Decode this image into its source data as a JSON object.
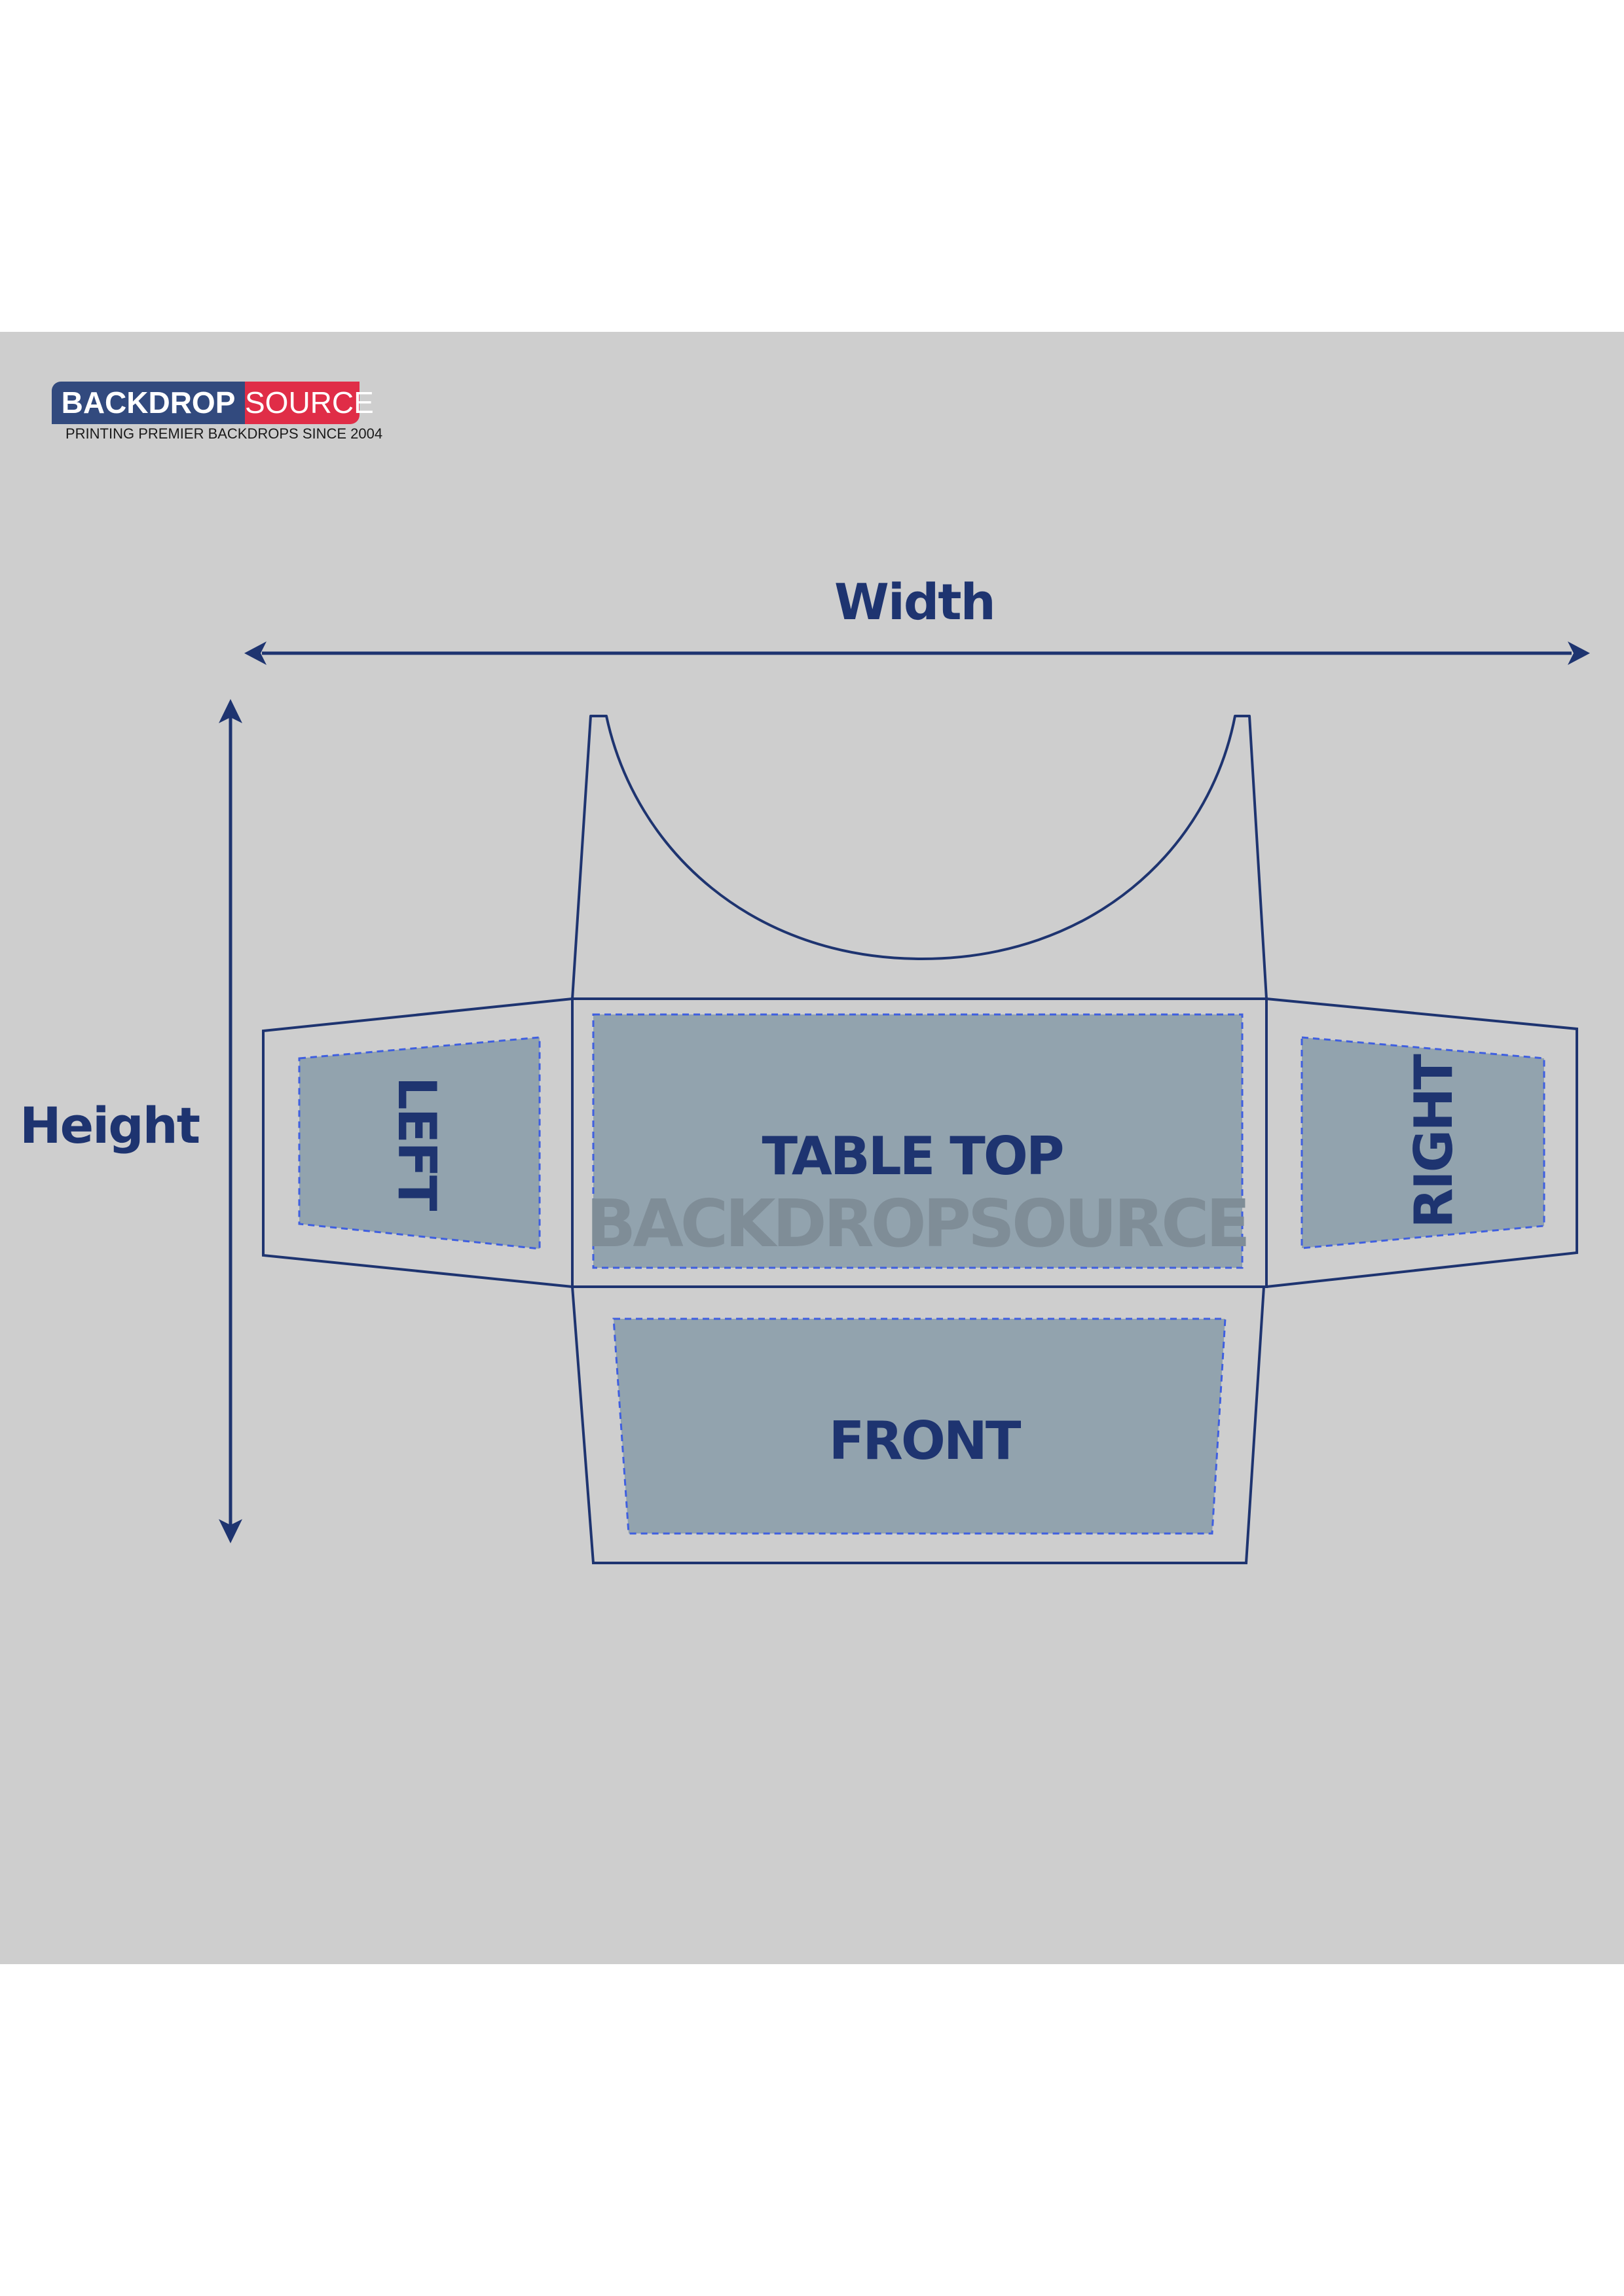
{
  "brand": {
    "name_part1": "BACKDROP",
    "name_part2": "SOURCE",
    "tagline": "PRINTING PREMIER BACKDROPS SINCE 2004",
    "colors": {
      "blue": "#324a7e",
      "red": "#e02d47"
    }
  },
  "dimensions": {
    "width_label": "Width",
    "height_label": "Height"
  },
  "panels": {
    "table_top": "TABLE TOP",
    "front": "FRONT",
    "left": "LEFT",
    "right": "RIGHT"
  },
  "watermark": "BACKDROPSOURCE",
  "colors": {
    "background": "#cecece",
    "line": "#1e3470",
    "panel_fill": "#92a3ae",
    "dashed_outline": "#3f5fe0",
    "label_text": "#1e3470",
    "watermark_text": "#7f8d97"
  }
}
